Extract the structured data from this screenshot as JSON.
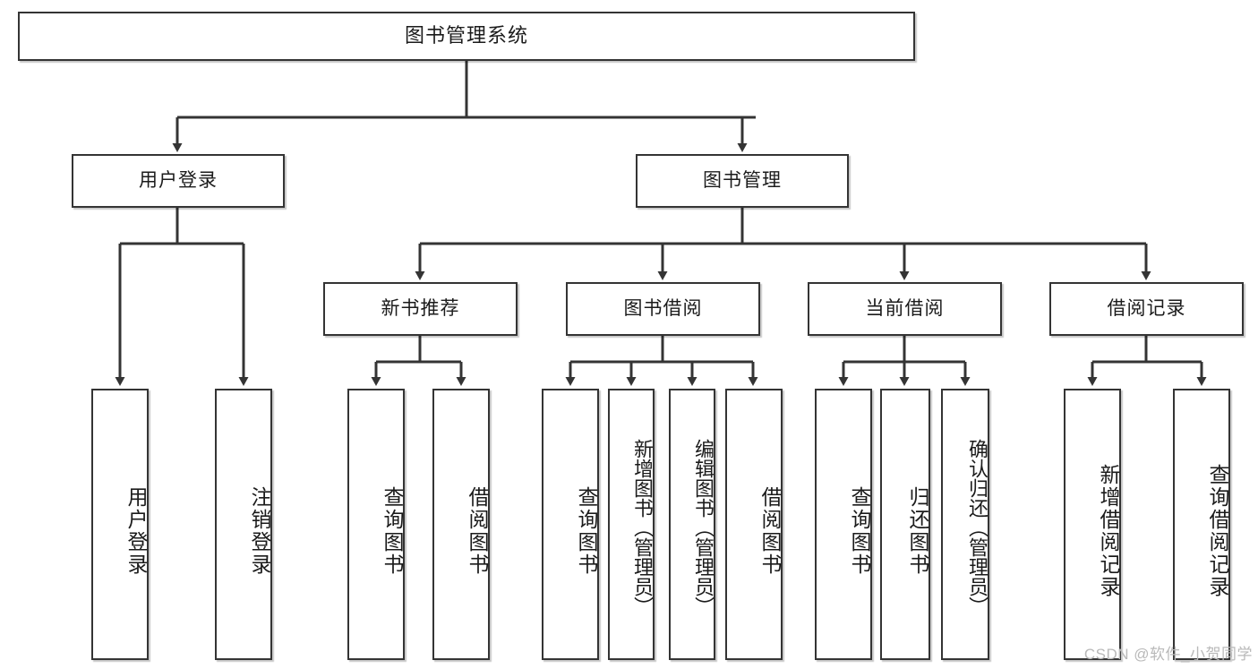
{
  "diagram": {
    "title": "图书管理系统",
    "type": "hierarchy-tree",
    "watermark": "CSDN @软件_小贺同学",
    "colors": {
      "stroke": "#343434",
      "text": "#1b1b1b",
      "background": "#ffffff",
      "watermark": "#b9b9b9"
    },
    "nodes": {
      "root": {
        "label": "图书管理系统"
      },
      "level2": [
        {
          "id": "user-login",
          "label": "用户登录"
        },
        {
          "id": "book-management",
          "label": "图书管理"
        }
      ],
      "level3": [
        {
          "id": "new-book-recommend",
          "label": "新书推荐"
        },
        {
          "id": "book-borrow",
          "label": "图书借阅"
        },
        {
          "id": "current-borrow",
          "label": "当前借阅"
        },
        {
          "id": "borrow-record",
          "label": "借阅记录"
        }
      ],
      "leaves": {
        "user_login": [
          {
            "id": "leaf-user-login",
            "label": "用户登录"
          },
          {
            "id": "leaf-logout-login",
            "label": "注销登录"
          }
        ],
        "new_book_recommend": [
          {
            "id": "leaf-query-book-1",
            "label": "查询图书"
          },
          {
            "id": "leaf-borrow-book-1",
            "label": "借阅图书"
          }
        ],
        "book_borrow": [
          {
            "id": "leaf-query-book-2",
            "label": "查询图书"
          },
          {
            "id": "leaf-add-book",
            "label": "新增图书（管理员）"
          },
          {
            "id": "leaf-edit-book",
            "label": "编辑图书（管理员）"
          },
          {
            "id": "leaf-borrow-book-2",
            "label": "借阅图书"
          }
        ],
        "current_borrow": [
          {
            "id": "leaf-query-book-3",
            "label": "查询图书"
          },
          {
            "id": "leaf-return-book",
            "label": "归还图书"
          },
          {
            "id": "leaf-confirm-return",
            "label": "确认归还（管理员）"
          }
        ],
        "borrow_record": [
          {
            "id": "leaf-add-borrow-record",
            "label": "新增借阅记录"
          },
          {
            "id": "leaf-query-borrow-record",
            "label": "查询借阅记录"
          }
        ]
      }
    }
  }
}
